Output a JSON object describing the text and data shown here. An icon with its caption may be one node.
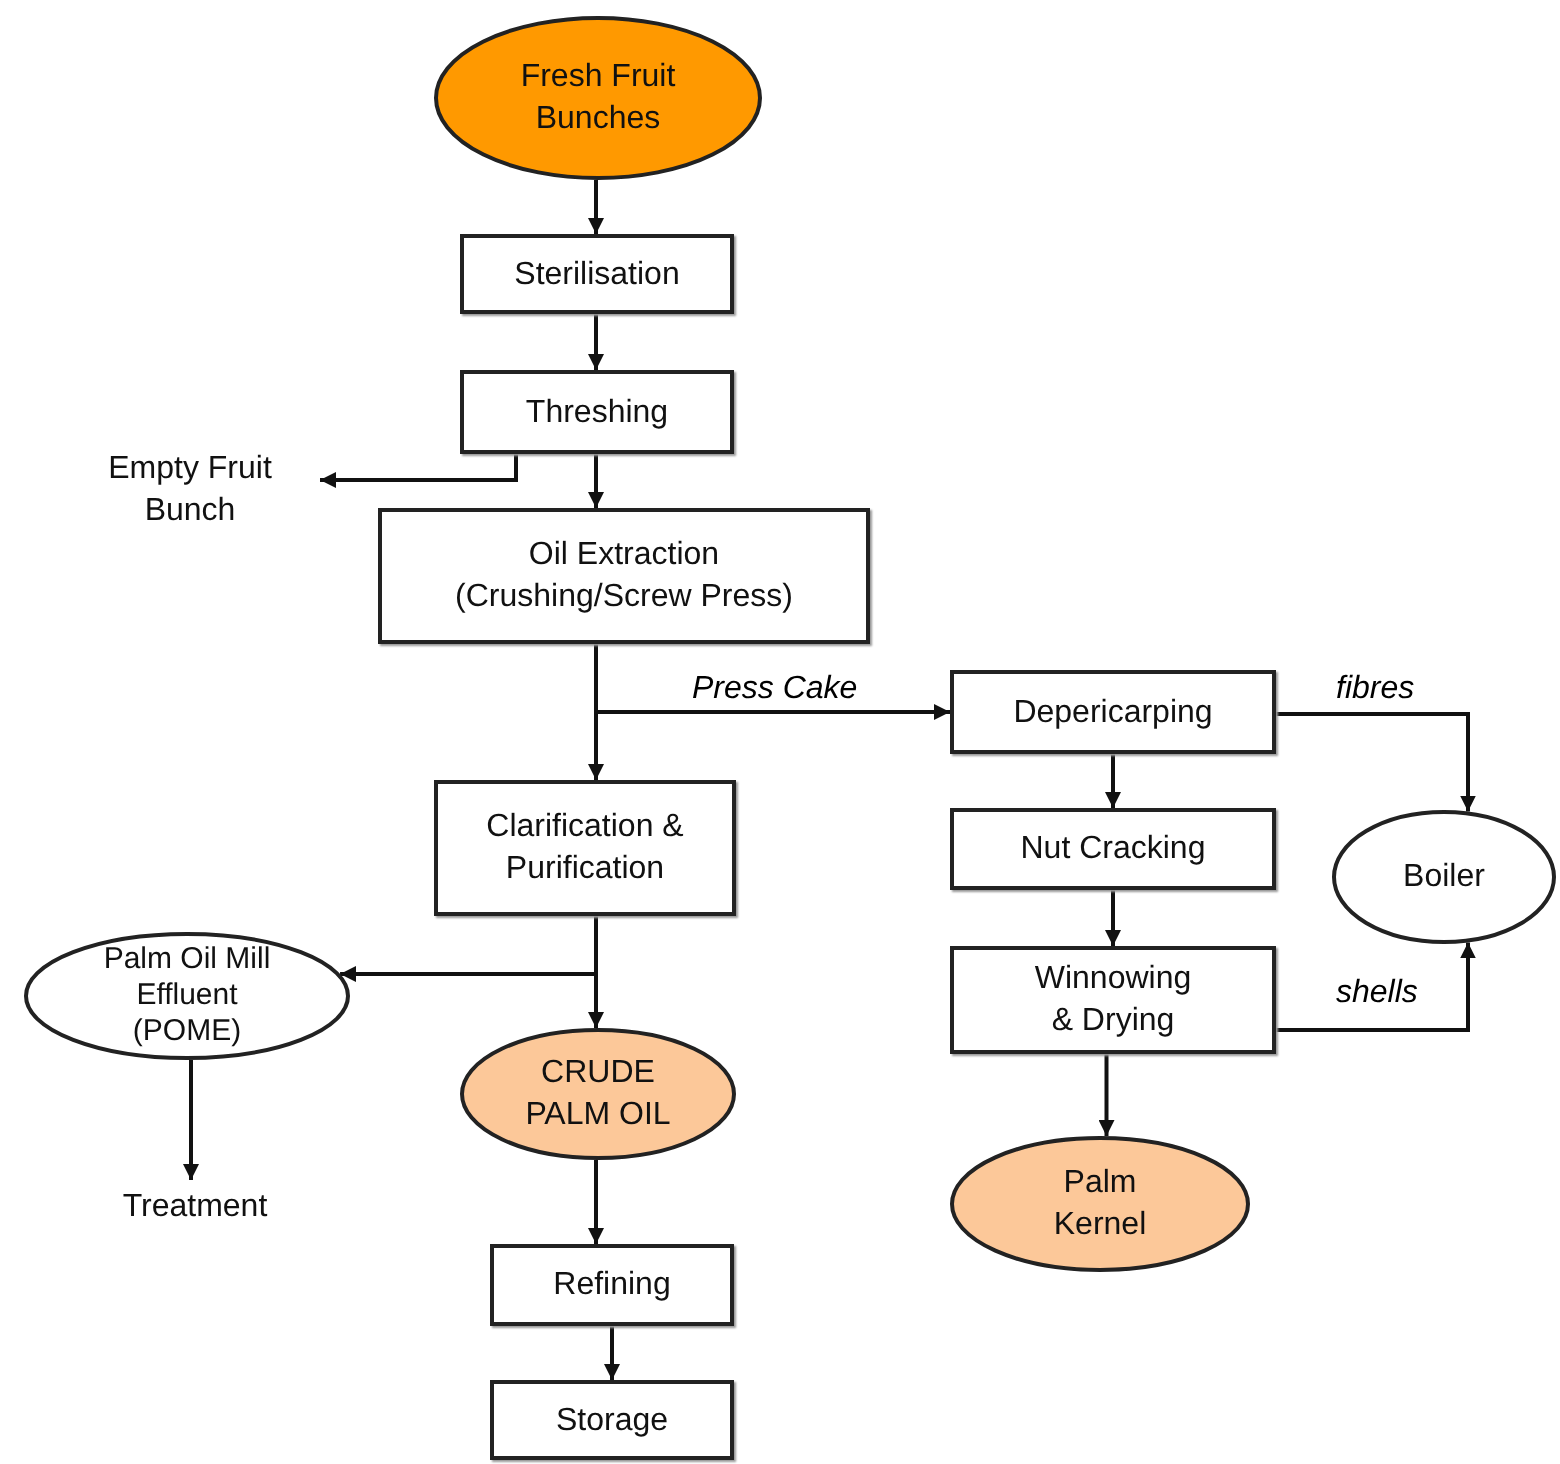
{
  "diagram": {
    "nodes": [
      {
        "text": [
          "Fresh Fruit Bunches"
        ]
      },
      {
        "text": [
          "Sterilisation"
        ]
      },
      {
        "text": [
          "Threshing"
        ]
      },
      {
        "text": [
          "Empty Fruit Bunch"
        ]
      },
      {
        "text": [
          "Oil Extraction (Crushing/Screw Press)"
        ]
      },
      {
        "text": [
          "Depericarping"
        ]
      },
      {
        "text": [
          "Clarification & Purification"
        ]
      },
      {
        "text": [
          "Nut Cracking"
        ]
      },
      {
        "text": [
          "Boiler"
        ]
      },
      {
        "text": [
          "Palm Oil Mill Effluent (POME)"
        ]
      },
      {
        "text": [
          "Winnowing & Drying"
        ]
      },
      {
        "text": [
          "CRUDE PALM OIL"
        ]
      },
      {
        "text": [
          "Palm Kernel"
        ]
      },
      {
        "text": [
          "Treatment"
        ]
      },
      {
        "text": [
          "Refining"
        ]
      },
      {
        "text": [
          "Storage"
        ]
      }
    ],
    "edges": [
      {
        "from": 0,
        "to": 1,
        "arrow": "to"
      },
      {
        "from": 1,
        "to": 2,
        "arrow": "to"
      },
      {
        "from": 2,
        "to": 3,
        "arrow": "to"
      },
      {
        "from": 2,
        "to": 4,
        "arrow": "to"
      },
      {
        "from": 4,
        "to": 6,
        "arrow": "to"
      },
      {
        "from": 4,
        "to": 5,
        "arrow": "to",
        "label": "Press Cake"
      },
      {
        "from": 5,
        "to": 7,
        "arrow": "to"
      },
      {
        "from": 5,
        "to": 8,
        "arrow": "to",
        "label": "fibres"
      },
      {
        "from": 6,
        "to": 9,
        "arrow": "to"
      },
      {
        "from": 6,
        "to": 11,
        "arrow": "to"
      },
      {
        "from": 7,
        "to": 10,
        "arrow": "to"
      },
      {
        "from": 10,
        "to": 8,
        "arrow": "to",
        "label": "shells"
      },
      {
        "from": 10,
        "to": 12,
        "arrow": "to"
      },
      {
        "from": 9,
        "to": 13,
        "arrow": "to"
      },
      {
        "from": 11,
        "to": 14,
        "arrow": "to"
      },
      {
        "from": 14,
        "to": 15,
        "arrow": "to"
      }
    ]
  }
}
